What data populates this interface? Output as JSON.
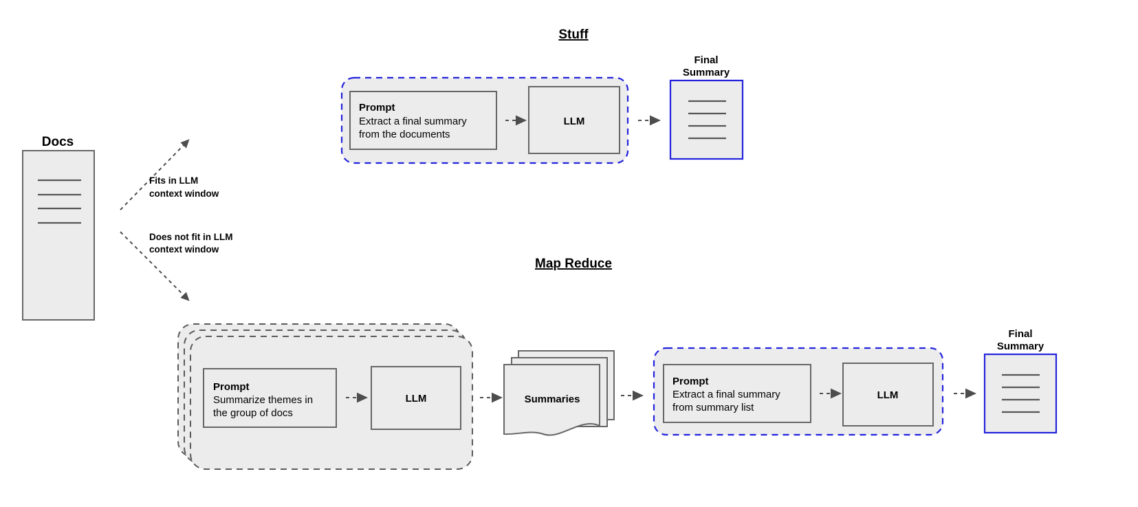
{
  "diagram": {
    "title_stuff": "Stuff",
    "title_map_reduce": "Map Reduce",
    "docs": {
      "label": "Docs",
      "line_count": 4
    },
    "branches": [
      {
        "label_line1": "Fits in LLM",
        "label_line2": "context window"
      },
      {
        "label_line1": "Does not fit in LLM",
        "label_line2": "context window"
      }
    ],
    "stuff_chain": {
      "prompt": {
        "heading": "Prompt",
        "body_line1": "Extract a final summary",
        "body_line2": "from the documents"
      },
      "llm_label": "LLM",
      "output": {
        "label_line1": "Final",
        "label_line2": "Summary",
        "line_count": 4
      }
    },
    "map_chain": {
      "prompt": {
        "heading": "Prompt",
        "body_line1": "Summarize themes in",
        "body_line2": "the group of docs"
      },
      "llm_label": "LLM",
      "summaries_label": "Summaries",
      "stack_count": 3
    },
    "reduce_chain": {
      "prompt": {
        "heading": "Prompt",
        "body_line1": "Extract a final summary",
        "body_line2": "from summary list"
      },
      "llm_label": "LLM",
      "output": {
        "label_line1": "Final",
        "label_line2": "Summary",
        "line_count": 4
      }
    },
    "colors": {
      "accent_blue": "#2222dd",
      "box_fill": "#ececec",
      "box_stroke": "#666666",
      "dash_gray": "#5a5a5a",
      "arrow": "#4d4d4d"
    }
  }
}
